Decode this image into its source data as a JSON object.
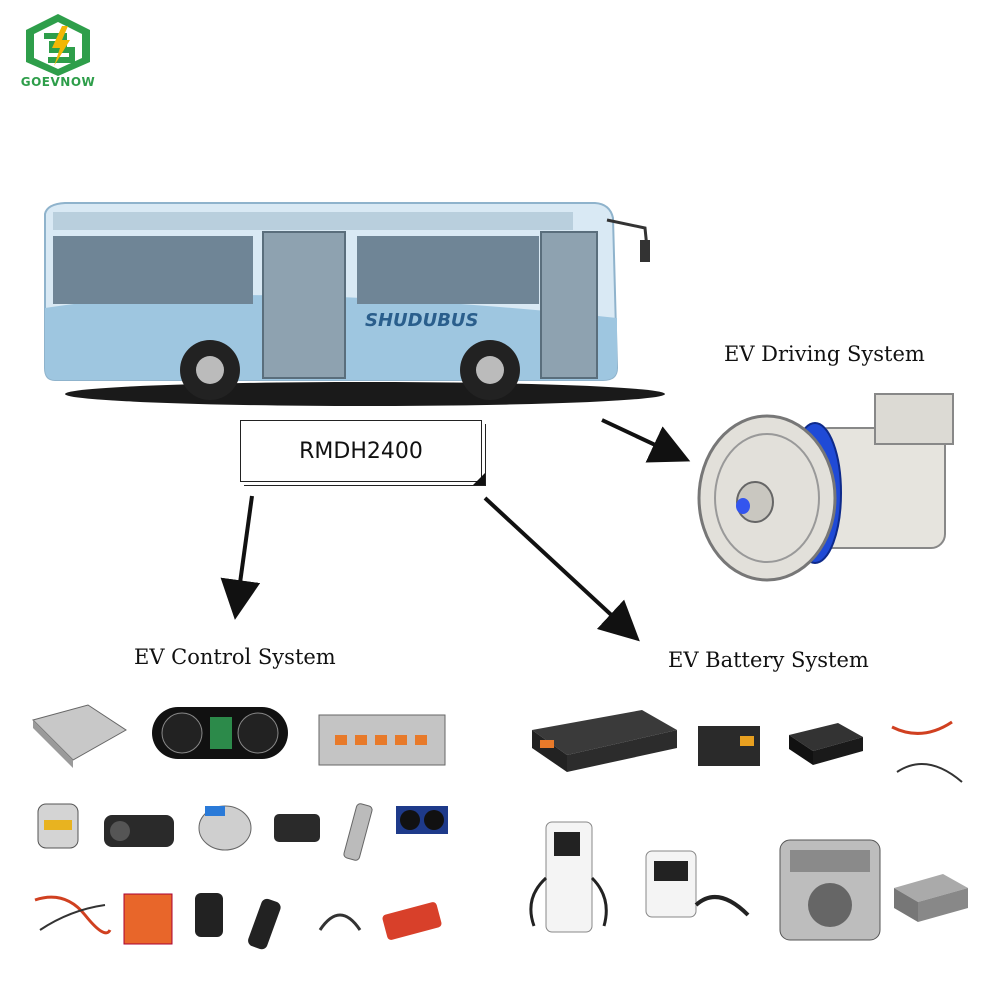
{
  "logo": {
    "text": "GOEVNOW",
    "icon": "lightning-s-hexagon-logo",
    "brand_color": "#2e9e4a",
    "accent_color": "#f2b705"
  },
  "bus": {
    "brand_text": "SHUDUBUS",
    "icon": "electric-bus"
  },
  "model_label": "RMDH2400",
  "systems": {
    "driving": "EV Driving System",
    "control": "EV Control System",
    "battery": "EV Battery System"
  }
}
